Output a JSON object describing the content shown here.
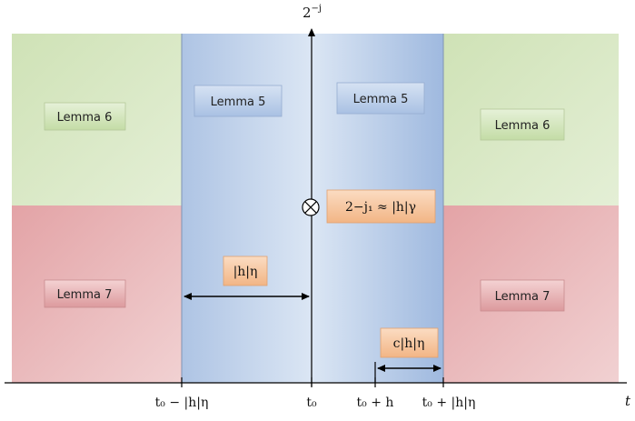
{
  "axes": {
    "y_label": "2",
    "y_label_exp": "−j",
    "x_label": "t"
  },
  "regions": {
    "left_top_label": "Lemma 6",
    "left_bottom_label": "Lemma 7",
    "center_left_label": "Lemma 5",
    "center_right_label": "Lemma 5",
    "right_top_label": "Lemma 6",
    "right_bottom_label": "Lemma 7"
  },
  "annotations": {
    "marker_formula": "2−j₁ ≈ |h|γ",
    "width_left": "|h|η",
    "width_right": "c|h|η"
  },
  "ticks": [
    "t₀ − |h|η",
    "t₀",
    "t₀ + h",
    "t₀ + |h|η"
  ],
  "colors": {
    "green_region": "#d9e8c4",
    "red_region": "#e8b2b4",
    "blue_region": "#b8cbe6",
    "blue_label": "#c5d6ee",
    "green_label": "#dcecc8",
    "red_label": "#eec0c2",
    "orange_label": "#f6c9a4"
  }
}
